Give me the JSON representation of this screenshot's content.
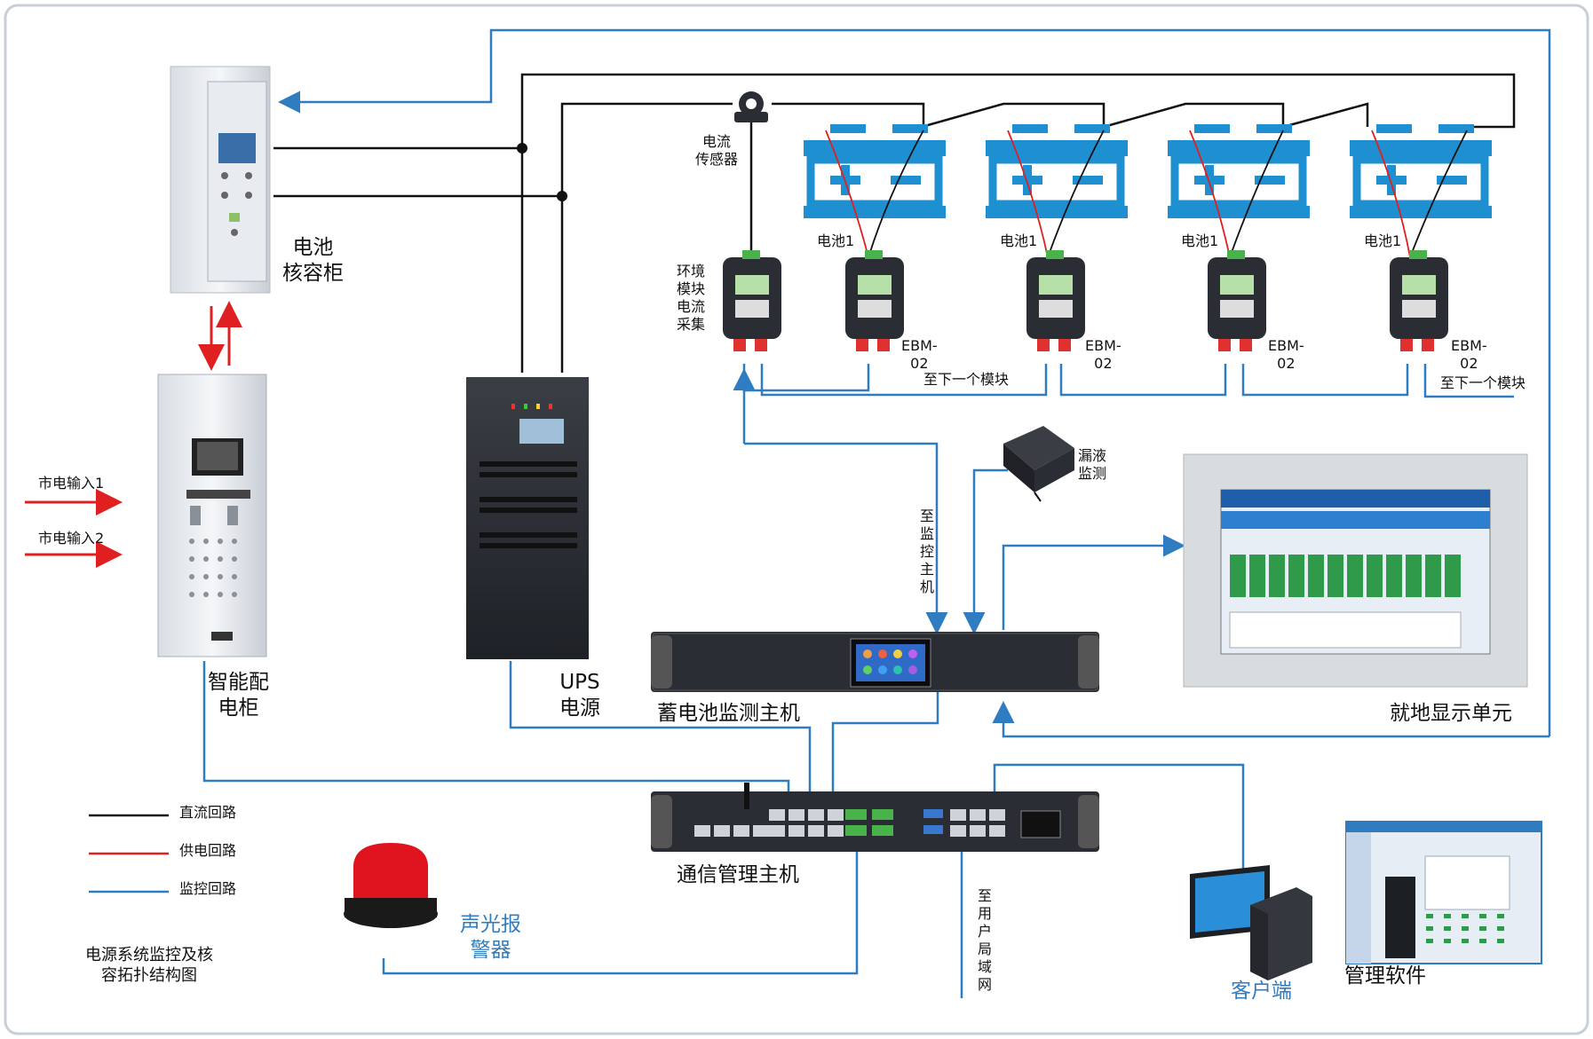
{
  "labels": {
    "battery_cabinet": "电池\n核容柜",
    "distribution_cabinet": "智能配\n电柜",
    "ups": "UPS\n电源",
    "battery_monitor_host": "蓄电池监测主机",
    "comm_host": "通信管理主机",
    "local_display": "就地显示单元",
    "alarm": "声光报\n警器",
    "client": "客户端",
    "mgmt_software": "管理软件",
    "current_sensor": "电流\n传感器",
    "env_module": "环境\n模块\n电流\n采集",
    "leak_detect": "漏液\n监测",
    "to_monitor_host": "至监控主机",
    "to_user_lan": "至用户局域网",
    "to_next_module_1": "至下一个模块",
    "to_next_module_2": "至下一个模块",
    "mains_1": "市电输入1",
    "mains_2": "市电输入2",
    "battery_labels": [
      "电池1",
      "电池1",
      "电池1",
      "电池1"
    ],
    "ebm_labels": [
      "EBM-\n02",
      "EBM-\n02",
      "EBM-\n02",
      "EBM-\n02"
    ],
    "diagram_title": "电源系统监控及核\n容拓扑结构图"
  },
  "legend": [
    {
      "label": "直流回路",
      "color": "#111111"
    },
    {
      "label": "供电回路",
      "color": "#e02020"
    },
    {
      "label": "监控回路",
      "color": "#2f7dc0"
    }
  ],
  "colors": {
    "dc": "#111111",
    "power": "#e02020",
    "monitor": "#2f7dc0",
    "battery": "#1e8fd0"
  }
}
